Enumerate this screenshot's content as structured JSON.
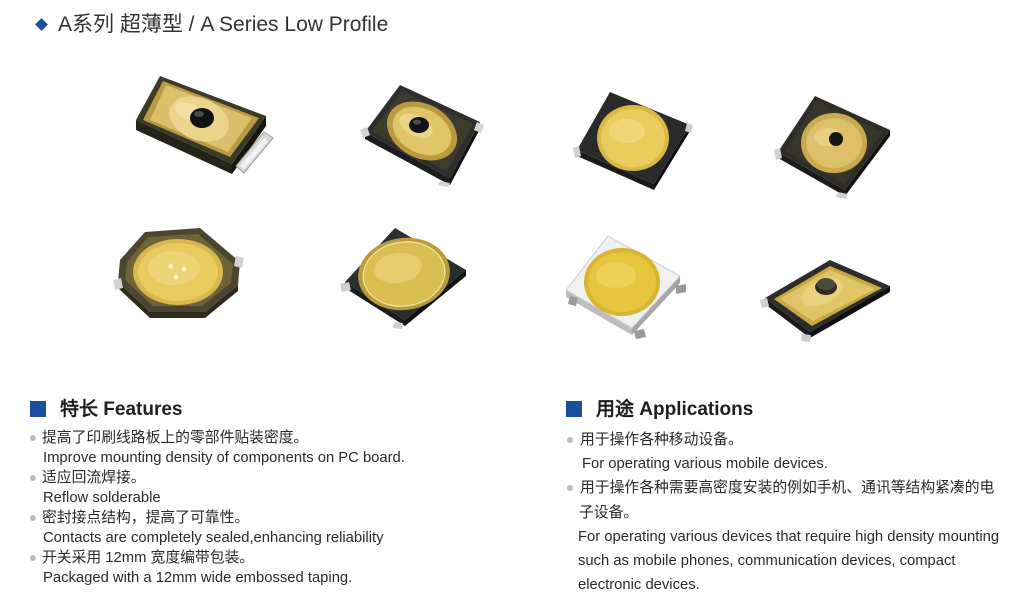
{
  "header": {
    "title": "A系列 超薄型 / A Series Low Profile",
    "icon": "diamond-bullet-icon"
  },
  "colors": {
    "accent": "#1a4f9f",
    "text": "#2a2a2a",
    "bullet": "#bdbdbd"
  },
  "features": {
    "heading": "特长 Features",
    "icon": "blue-square-icon",
    "bullet_icon": "bullet-dot-icon",
    "items": [
      {
        "zh": "提高了印刷线路板上的零部件贴装密度。",
        "en": "Improve mounting density of components on PC board."
      },
      {
        "zh": "适应回流焊接。",
        "en": "Reflow solderable"
      },
      {
        "zh": "密封接点结构，提高了可靠性。",
        "en": "Contacts are completely sealed,enhancing reliability"
      },
      {
        "zh": "开关采用 12mm 宽度编带包装。",
        "en": "Packaged with a 12mm wide embossed taping."
      }
    ]
  },
  "applications": {
    "heading": "用途 Applications",
    "icon": "blue-square-icon",
    "bullet_icon": "bullet-dot-icon",
    "items": [
      {
        "zh_lines": [
          "用于操作各种移动设备。"
        ],
        "en_lines": [
          "For operating various mobile devices."
        ]
      },
      {
        "zh_lines": [
          "用于操作各种需要高密度安装的例如手机、通讯等结构紧凑的电",
          "子设备。"
        ],
        "en_lines": [
          "For operating various devices that require high density mounting",
          "such as mobile phones, communication devices, compact",
          "electronic devices."
        ]
      }
    ]
  }
}
